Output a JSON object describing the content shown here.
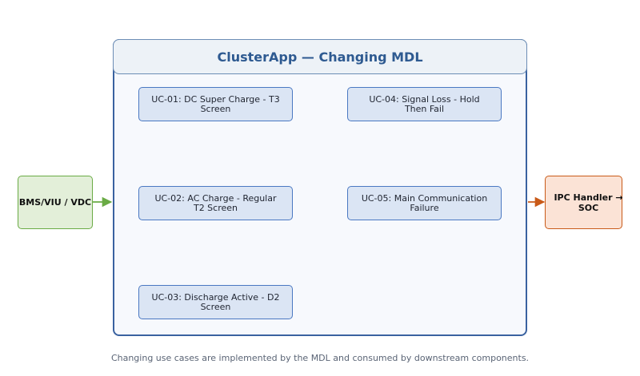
{
  "title": "ClusterApp — Changing MDL",
  "use_cases": [
    {
      "label": "UC-01: DC Super Charge - T3 Screen"
    },
    {
      "label": "UC-02: AC Charge - Regular T2 Screen"
    },
    {
      "label": "UC-03: Discharge Active - D2 Screen"
    },
    {
      "label": "UC-04: Signal Loss - Hold Then Fail"
    },
    {
      "label": "UC-05: Main Communication Failure"
    }
  ],
  "input": {
    "label": "BMS/VIU / VDC"
  },
  "output": {
    "label": "IPC Handler → SOC"
  },
  "caption": "Changing use cases are implemented by the MDL and consumed by downstream components.",
  "colors": {
    "input_arrow": "#6aab45",
    "output_arrow": "#c95a18",
    "container_border": "#3a62a0"
  }
}
